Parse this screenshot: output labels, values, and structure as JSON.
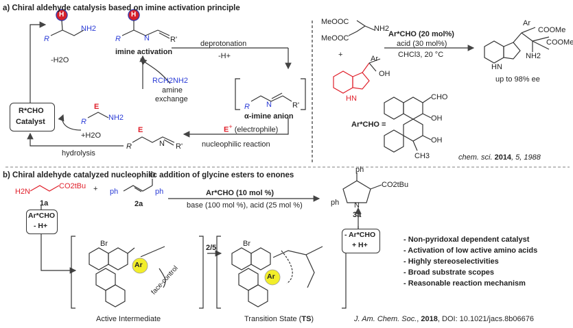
{
  "part_a": {
    "title": "a) Chiral aldehyde catalysis based on imine activation principle",
    "catalyst_box": "R*CHO\nCatalyst",
    "catalyst_line1": "R*CHO",
    "catalyst_line2": "Catalyst",
    "minus_water": "-H2O",
    "imine_activation": "imine activation",
    "deprotonation": "deprotonation",
    "minus_h": "-H+",
    "alpha_imine_anion": "α-imine anion",
    "amine_reagent": "RCH2NH2",
    "amine": "amine",
    "exchange": "exchange",
    "electrophile": "E+ (electrophile)",
    "nucleophilic_reaction": "nucleophilic reaction",
    "plus_water": "+H2O",
    "hydrolysis": "hydrolysis",
    "r_label": "R",
    "rprime": "R'",
    "nh2": "NH2",
    "n": "N",
    "h": "H",
    "e": "E"
  },
  "part_a_right": {
    "meooc1": "MeOOC",
    "meooc2": "MeOOC",
    "nh2": "NH2",
    "plus": "+",
    "cat_line": "Ar*CHO (20 mol%)",
    "acid_line": "acid (30 mol%)",
    "solvent_line": "CHCl3, 20 °C",
    "ar": "Ar",
    "cooMe1": "COOMe",
    "cooMe2": "COOMe",
    "nh2_prod": "NH2",
    "hn": "HN",
    "ee": "up to 98% ee",
    "oh": "OH",
    "cat_label": "Ar*CHO =",
    "cho": "CHO",
    "oh1": "OH",
    "oh2": "OH",
    "ch3": "CH3",
    "ref_journal": "chem. sci.",
    "ref_year": "2014",
    "ref_rest": ", 5, 1988"
  },
  "part_b": {
    "title": "b) Chiral aldehyde catalyzed nucleophilic addition of glycine esters to enones",
    "h2n": "H2N",
    "co2tbu": "CO2tBu",
    "label_1a": "1a",
    "plus": "+",
    "ph1": "ph",
    "ph2": "ph",
    "o": "O",
    "label_2a": "2a",
    "cat_line": "Ar*CHO (10 mol %)",
    "cond_line": "base (100 mol %), acid (25 mol %)",
    "ph3": "ph",
    "ph4": "ph",
    "co2tbu2": "CO2tBu",
    "n_ring": "N",
    "label_3a": "3a",
    "left_box_l1": "Ar*CHO",
    "left_box_l2": "- H+",
    "right_box_l1": "- Ar*CHO",
    "right_box_l2": "+ H+",
    "ratio": "2/5",
    "active_intermediate": "Active Intermediate",
    "transition_state": "Transition State (TS)",
    "face_control": "face-control",
    "ar": "Ar",
    "br": "Br",
    "ref_journal": "J. Am. Chem. Soc.",
    "ref_year": "2018",
    "ref_rest": ", DOI: 10.1021/jacs.8b06676"
  },
  "features": [
    "- Non-pyridoxal dependent catalyst",
    "- Activation of low active amino acids",
    "- Highly stereoselectivities",
    "- Broad substrate scopes",
    "- Reasonable reaction mechanism"
  ]
}
